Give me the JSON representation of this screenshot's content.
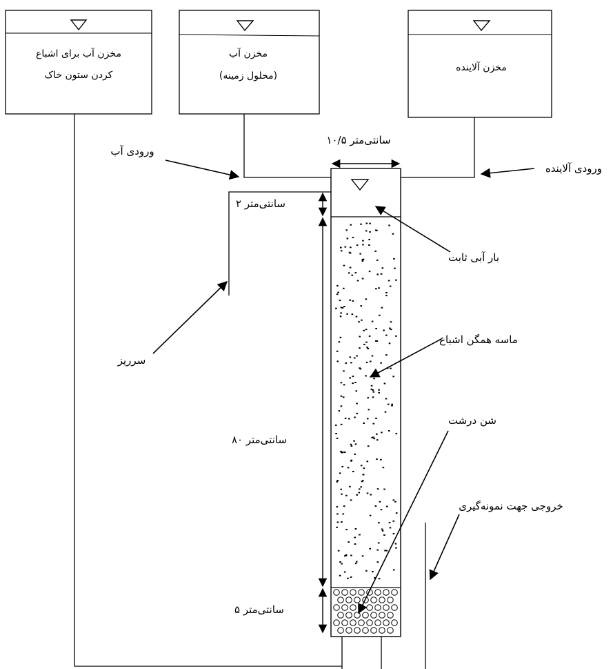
{
  "tanks": {
    "saturation": {
      "line1": "مخزن آب برای اشباع",
      "line2": "کردن ستون خاک"
    },
    "water": {
      "line1": "مخزن آب",
      "line2": "(محلول زمینه)"
    },
    "contaminant": {
      "line1": "مخزن آلاینده"
    }
  },
  "annotations": {
    "column_width": "۱۰/۵ سانتی‌متر",
    "water_inlet": "ورودی آب",
    "contaminant_inlet": "ورودی آلاینده",
    "head_2cm": "۲ سانتی‌متر",
    "constant_head": "بار آبی ثابت",
    "overflow": "سرریز",
    "sand": "ماسه همگن اشباع",
    "sand_80cm": "۸۰ سانتی‌متر",
    "gravel": "شن درشت",
    "sampling_outlet": "خروجی جهت نمونه‌گیری",
    "gravel_5cm": "۵ سانتی‌متر"
  },
  "colors": {
    "stroke": "#000000",
    "background": "#ffffff"
  }
}
